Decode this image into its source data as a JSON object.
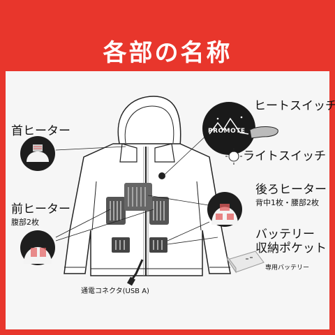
{
  "title": "各部の名称",
  "labels": {
    "neck_heater": "首ヒーター",
    "front_heater": "前ヒーター",
    "front_heater_sub": "腹部2枚",
    "heat_switch": "ヒートスイッチ",
    "light_switch": "ライトスイッチ",
    "back_heater": "後ろヒーター",
    "back_heater_sub": "背中1枚・腰部2枚",
    "battery_pocket_line1": "バッテリー",
    "battery_pocket_line2": "収納ポケット",
    "connector": "通電コネクタ(USB A)",
    "dedicated_battery": "専用バッテリー"
  },
  "logo_text": "PROMOTE",
  "colors": {
    "accent_red": "#e8362c",
    "heater_gray": "#555555",
    "line_dark": "#222222"
  }
}
